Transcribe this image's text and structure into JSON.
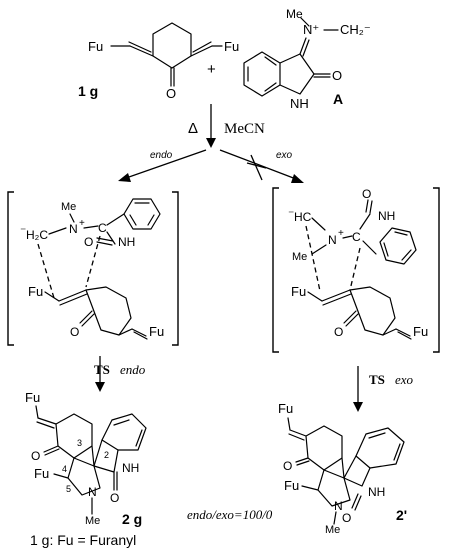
{
  "compound_1g": "1 g",
  "reagent_A_label": "A",
  "plus": "+",
  "conditions": {
    "heat_symbol": "Δ",
    "solvent": "MeCN"
  },
  "pathway_endo": "endo",
  "pathway_exo": "exo",
  "ts_endo": {
    "prefix": "TS",
    "suffix": "endo"
  },
  "ts_exo": {
    "prefix": "TS",
    "suffix": "exo"
  },
  "product_endo": "2 g",
  "product_exo": "2'",
  "ratio": "endo/exo=100/0",
  "footnote": "1 g: Fu = Furanyl",
  "atoms": {
    "fu": "Fu",
    "o": "O",
    "me": "Me",
    "n": "N",
    "nh": "NH",
    "h": "H",
    "n_plus": "N⁺",
    "ch2_ylide": "CH₂⁻",
    "h2c": "H₂C",
    "c_ylide": "C",
    "hc": "HC",
    "minus": "⁻",
    "plus_charge": "+"
  },
  "locants": [
    "2",
    "3",
    "4",
    "5"
  ]
}
